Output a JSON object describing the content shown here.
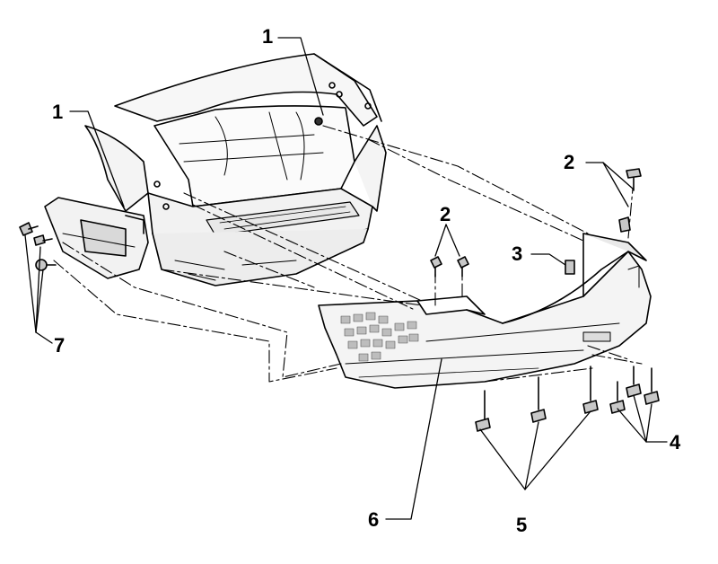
{
  "callouts": {
    "c1_top": "1",
    "c1_left": "1",
    "c2_right": "2",
    "c2_mid": "2",
    "c3": "3",
    "c4": "4",
    "c5": "5",
    "c6": "6",
    "c7": "7"
  },
  "colors": {
    "line": "#000000",
    "background": "#ffffff",
    "panel_fill": "#f2f2f2",
    "shadow_fill": "#d9d9d9"
  }
}
